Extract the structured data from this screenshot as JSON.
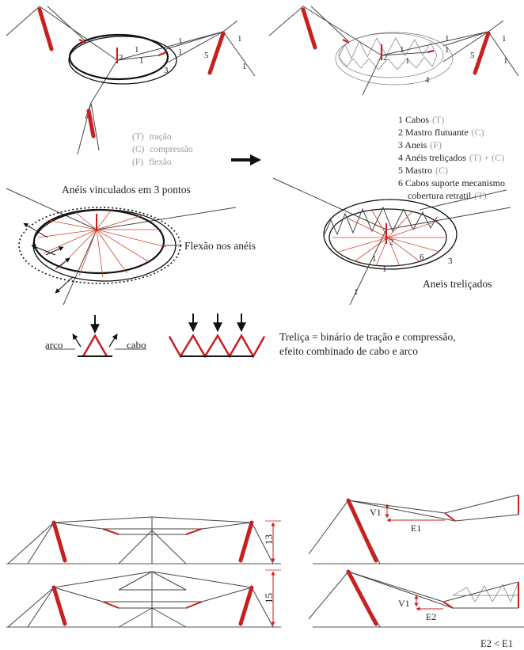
{
  "colors": {
    "accent": "#c8201f",
    "line": "#222222",
    "muted": "#9a9a9a"
  },
  "top_left": {
    "numbers": [
      "1",
      "1",
      "1",
      "1",
      "1",
      "1",
      "2",
      "3",
      "5"
    ],
    "legend": [
      {
        "code": "(T)",
        "text": "tração"
      },
      {
        "code": "(C)",
        "text": "compressão"
      },
      {
        "code": "(F)",
        "text": "flexão"
      }
    ]
  },
  "top_right": {
    "numbers": [
      "1",
      "1",
      "1",
      "1",
      "1",
      "1",
      "2",
      "4",
      "5"
    ],
    "legend": [
      {
        "text": "1 Cabos",
        "code": "(T)"
      },
      {
        "text": "2 Mastro flutuante",
        "code": "(C)"
      },
      {
        "text": "3 Aneis",
        "code": "(F)"
      },
      {
        "text": "4 Anéis treliçados",
        "code": "(T) + (C)"
      },
      {
        "text": "5 Mastro",
        "code": "(C)"
      },
      {
        "text": "6 Cabos suporte mecanismo",
        "code": ""
      },
      {
        "text": "cobertura retratil",
        "code": "(T)"
      }
    ]
  },
  "mid_left": {
    "title": "Anéis vinculados em 3 pontos",
    "note": "Flexão nos anéis"
  },
  "mid_right": {
    "numbers": [
      "2",
      "1",
      "1",
      "6",
      "3",
      "1"
    ],
    "note": "Aneis treliçados"
  },
  "truss": {
    "arco": "arco",
    "cabo": "cabo",
    "caption_1": "Treliça = binário de tração e compressão,",
    "caption_2": "efeito combinado de cabo e arco"
  },
  "elevations": {
    "dim_1": "13",
    "dim_2": "15",
    "v1": "V1",
    "e1": "E1",
    "e2": "E2",
    "compare": "E2 < E1"
  }
}
